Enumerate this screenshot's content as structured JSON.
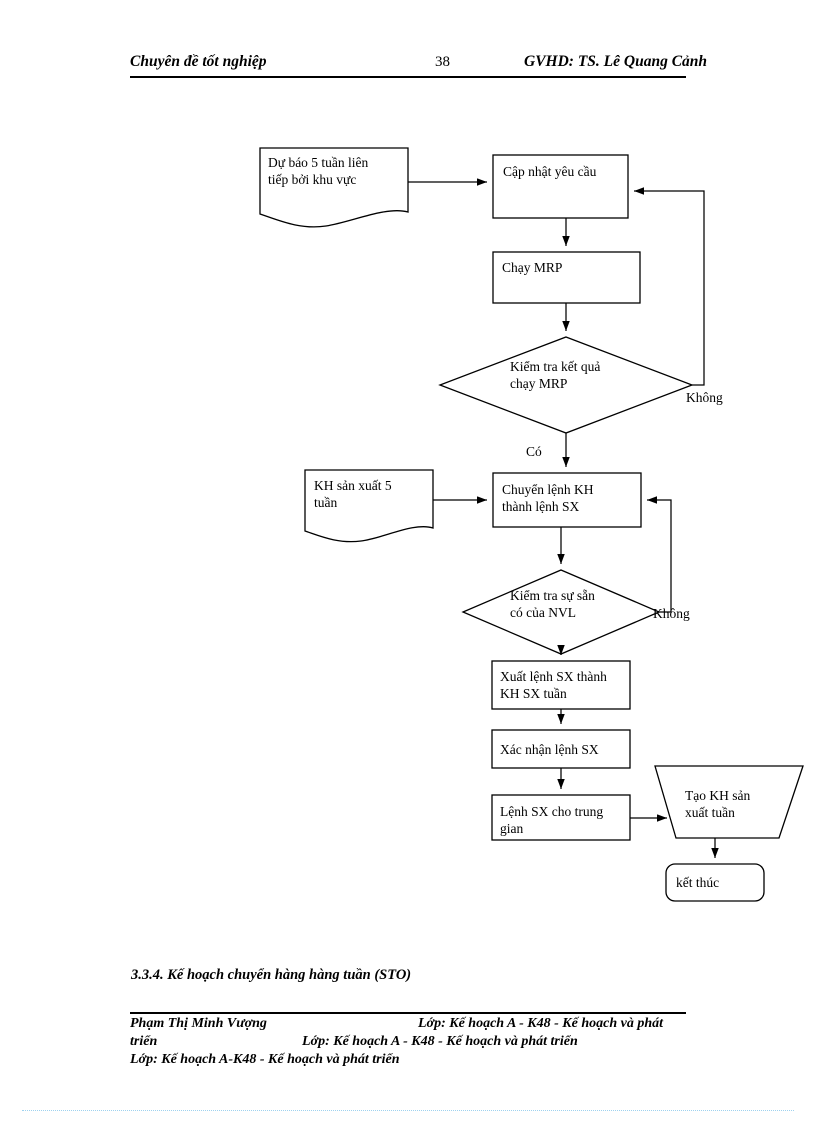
{
  "document": {
    "page_number": "38",
    "header": {
      "left_title": "Chuyên đề tốt nghiệp",
      "supervisor": "GVHD: TS. Lê Quang Cảnh"
    },
    "section_heading": "3.3.4. Kế hoạch chuyển hàng hàng tuần (STO)",
    "footer": {
      "author": "Phạm Thị Minh Vượng",
      "class_line_1": "Lớp: Kế hoạch A - K48 - Kế hoạch và phát",
      "class_line_1_cont": "triển",
      "class_line_2": "Lớp: Kế hoạch A - K48 - Kế hoạch và phát triển",
      "class_line_3": "Lớp: Kế hoạch A-K48 - Kế hoạch và phát triển"
    }
  },
  "flowchart": {
    "nodes": {
      "forecast_doc": "Dự báo 5 tuần liên\ntiếp bởi khu vực",
      "update_request": "Cập nhật yêu cầu",
      "run_mrp": "Chạy MRP",
      "check_mrp": "Kiểm tra kết quả\nchạy   MRP",
      "production_plan_doc": "KH sản xuất 5\ntuần",
      "convert_order": "Chuyển lệnh KH\nthành lệnh SX",
      "check_material": "Kiểm  tra sự sẵn\ncó của NVL",
      "export_order": "Xuất lệnh SX  thành\nKH  SX  tuần",
      "confirm_order": "Xác nhận lệnh SX",
      "intermediate_order": "Lệnh SX cho trung\ngian",
      "create_weekly_plan": "Tạo KH  sản\nxuất  tuần",
      "end": "kết thúc"
    },
    "edge_labels": {
      "no_mrp": "Không",
      "yes_mrp": "Có",
      "no_material": "Không"
    },
    "colors": {
      "stroke": "#000000",
      "fill": "#ffffff"
    }
  }
}
